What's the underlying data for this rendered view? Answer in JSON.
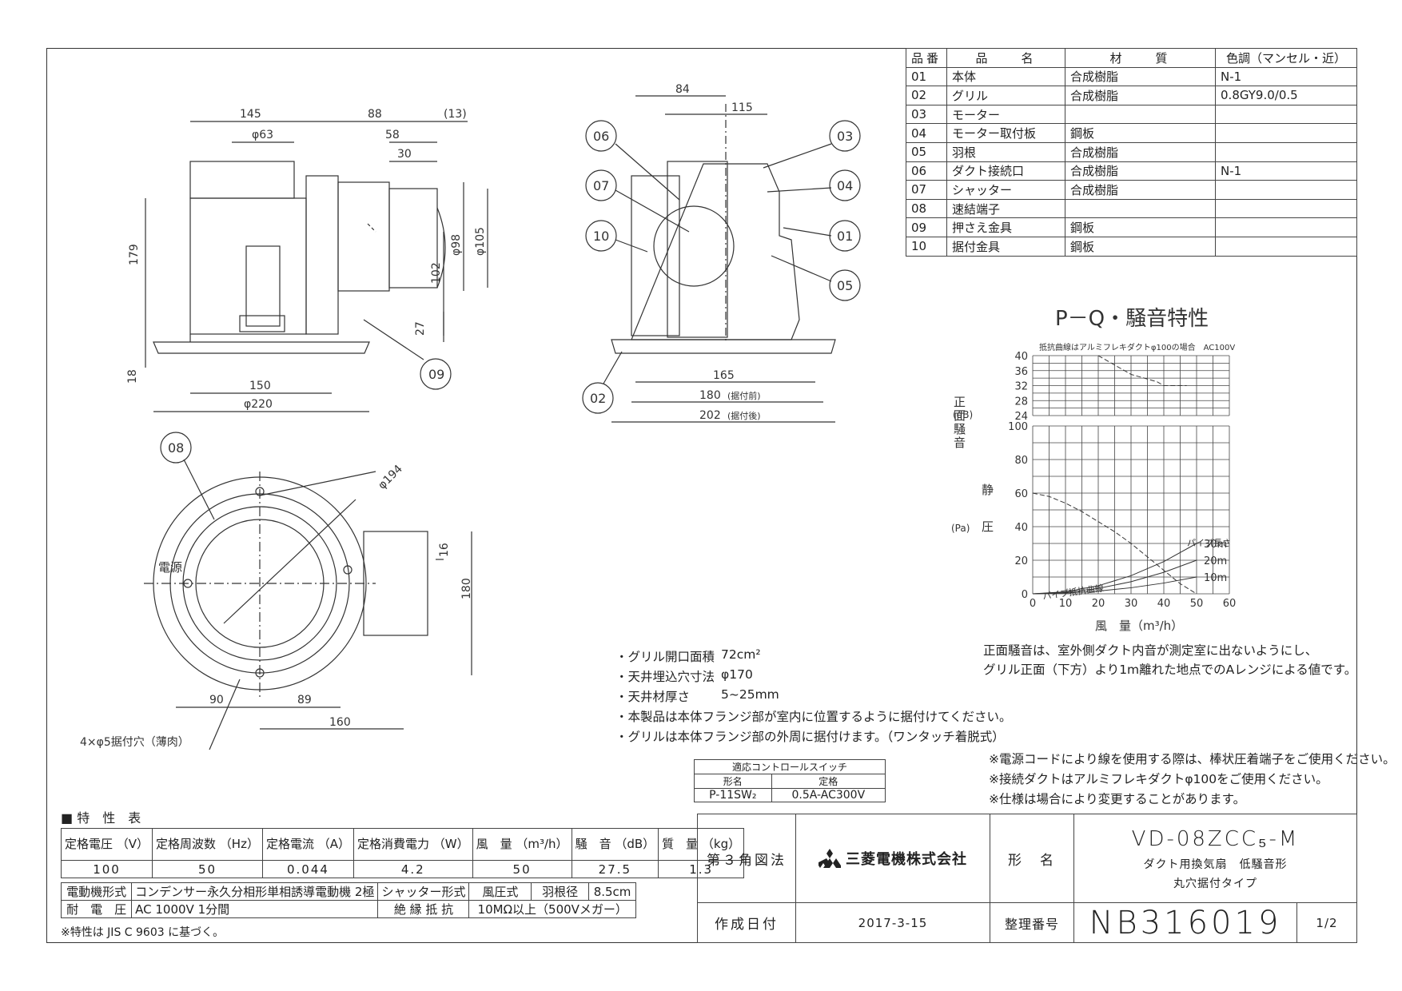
{
  "parts_table": {
    "headers": [
      "品番",
      "品　　名",
      "材　　質",
      "色調（マンセル・近）"
    ],
    "rows": [
      [
        "01",
        "本体",
        "合成樹脂",
        "N-1"
      ],
      [
        "02",
        "グリル",
        "合成樹脂",
        "0.8GY9.0/0.5"
      ],
      [
        "03",
        "モーター",
        "",
        ""
      ],
      [
        "04",
        "モーター取付板",
        "鋼板",
        ""
      ],
      [
        "05",
        "羽根",
        "合成樹脂",
        ""
      ],
      [
        "06",
        "ダクト接続口",
        "合成樹脂",
        "N-1"
      ],
      [
        "07",
        "シャッター",
        "合成樹脂",
        ""
      ],
      [
        "08",
        "速結端子",
        "",
        ""
      ],
      [
        "09",
        "押さえ金具",
        "鋼板",
        ""
      ],
      [
        "10",
        "据付金具",
        "鋼板",
        ""
      ]
    ]
  },
  "front_view": {
    "dims": [
      "145",
      "88",
      "(13)",
      "φ63",
      "58",
      "30",
      "179",
      "φ98",
      "φ105",
      "102",
      "27",
      "18",
      "150",
      "φ220"
    ],
    "callout": "09"
  },
  "side_view": {
    "dims": [
      "84",
      "115",
      "165",
      "180",
      "(据付前)",
      "202",
      "(据付後)"
    ],
    "callouts": [
      "06",
      "07",
      "10",
      "02",
      "03",
      "04",
      "01",
      "05"
    ]
  },
  "bottom_view": {
    "dims": [
      "φ194",
      "16",
      "180",
      "90",
      "89",
      "160"
    ],
    "callout": "08",
    "power_label": "電源",
    "hole_label": "4×φ5据付穴（薄肉）"
  },
  "chart_data": [
    {
      "type": "line",
      "title": "P－Q・騒音特性",
      "subtitle": "抵抗曲線はアルミフレキダクトφ100の場合　AC100V",
      "ylabel": "正面騒音",
      "yunit": "(dB)",
      "ylim": [
        24,
        40
      ],
      "yticks": [
        24,
        28,
        32,
        36,
        40
      ],
      "xlim": [
        0,
        60
      ],
      "series": [
        {
          "x": [
            20,
            24,
            30,
            38,
            40,
            47
          ],
          "y": [
            40,
            38,
            35,
            33,
            32,
            32
          ]
        }
      ]
    },
    {
      "type": "line",
      "ylabel": "静　圧",
      "yunit": "(Pa)",
      "xlabel": "風　量（m³/h）",
      "xlim": [
        0,
        60
      ],
      "ylim": [
        0,
        100
      ],
      "xticks": [
        0,
        10,
        20,
        30,
        40,
        50,
        60
      ],
      "yticks": [
        0,
        20,
        40,
        60,
        80,
        100
      ],
      "pq_curve": {
        "x": [
          0,
          5,
          10,
          15,
          20,
          25,
          30,
          35,
          40,
          45,
          50
        ],
        "y": [
          60,
          58,
          54,
          49,
          43,
          37,
          30,
          22,
          14,
          6,
          0
        ]
      },
      "resistance_curves": [
        {
          "name": "30m",
          "x": [
            0,
            10,
            20,
            30,
            40,
            50
          ],
          "y": [
            0,
            1.2,
            4.8,
            10.8,
            19.2,
            30
          ]
        },
        {
          "name": "20m",
          "x": [
            0,
            10,
            20,
            30,
            40,
            50
          ],
          "y": [
            0,
            0.8,
            3.2,
            7.2,
            12.8,
            20
          ]
        },
        {
          "name": "10m",
          "x": [
            0,
            10,
            20,
            30,
            40,
            50
          ],
          "y": [
            0,
            0.4,
            1.6,
            3.6,
            6.4,
            10
          ]
        }
      ],
      "legend_title": "パイプ長さ",
      "curve_label": "パイプ抵抗曲線"
    }
  ],
  "chart_notes": [
    "正面騒音は、室外側ダクト内音が測定室に出ないようにし、",
    "グリル正面（下方）より1m離れた地点でのAレンジによる値です。"
  ],
  "install_notes": [
    {
      "label": "・グリル開口面積",
      "value": "72cm²"
    },
    {
      "label": "・天井埋込穴寸法",
      "value": "φ170"
    },
    {
      "label": "・天井材厚さ",
      "value": "5~25mm"
    },
    {
      "label": "・本製品は本体フランジ部が室内に位置するように据付けてください。",
      "value": ""
    },
    {
      "label": "・グリルは本体フランジ部の外周に据付けます。（ワンタッチ着脱式）",
      "value": ""
    }
  ],
  "control_switch": {
    "title": "適応コントロールスイッチ",
    "headers": [
      "形名",
      "定格"
    ],
    "row": [
      "P-11SW₂",
      "0.5A-AC300V"
    ]
  },
  "cautions": [
    "※電源コードにより線を使用する際は、棒状圧着端子をご使用ください。",
    "※接続ダクトはアルミフレキダクトφ100をご使用ください。",
    "※仕様は場合により変更することがあります。"
  ],
  "spec_table": {
    "title": "特　性　表",
    "headers": [
      "定格電圧\n（V）",
      "定格周波数\n（Hz）",
      "定格電流\n（A）",
      "定格消費電力\n（W）",
      "風　量\n（m³/h）",
      "騒　音\n（dB）",
      "質　量\n（kg）"
    ],
    "values": [
      "100",
      "50",
      "0.044",
      "4.2",
      "50",
      "27.5",
      "1.3"
    ],
    "motor_label": "電動機形式",
    "motor_value": "コンデンサー永久分相形単相誘導電動機 2極",
    "shutter_label": "シャッター形式",
    "shutter_value": "風圧式",
    "blade_label": "羽根径",
    "blade_value": "8.5cm",
    "voltage_label": "耐　電　圧",
    "voltage_value": "AC 1000V 1分間",
    "insulation_label": "絶 縁 抵 抗",
    "insulation_value": "10MΩ以上（500Vメガー）",
    "footnote": "※特性は JIS C 9603 に基づく。"
  },
  "title_block": {
    "projection": "第３角図法",
    "company": "三菱電機株式会社",
    "model_label": "形　名",
    "model": "VD-08ZCC₅-M",
    "desc1": "ダクト用換気扇　低騒音形",
    "desc2": "丸穴据付タイプ",
    "date_label": "作成日付",
    "date": "2017-3-15",
    "number_label": "整理番号",
    "number": "NB316019",
    "page": "1/2"
  }
}
